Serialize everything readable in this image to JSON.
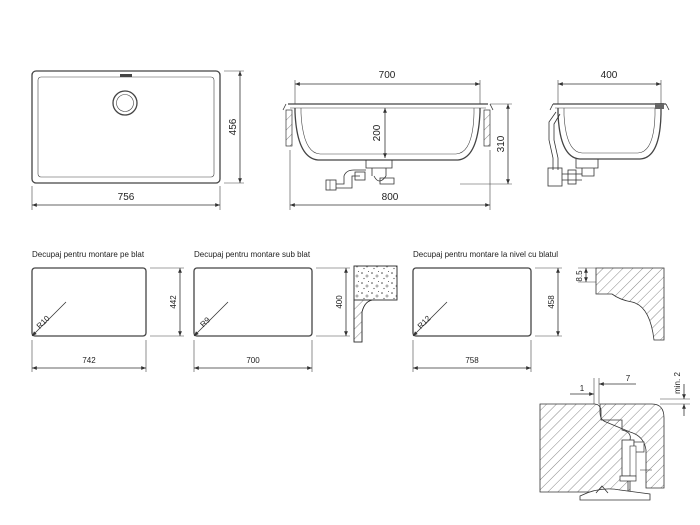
{
  "views": {
    "top_width": "756",
    "top_depth": "456",
    "front_inner_width": "700",
    "front_outer_width": "800",
    "front_bowl_depth": "200",
    "front_height": "310",
    "side_width": "400"
  },
  "cutouts": {
    "overmount": {
      "caption": "Decupaj pentru montare pe blat",
      "width": "742",
      "height": "442",
      "radius": "R10"
    },
    "undermount": {
      "caption": "Decupaj pentru montare sub blat",
      "width": "700",
      "height": "400",
      "radius": "R9"
    },
    "flush": {
      "caption": "Decupaj pentru montare la nivel cu blatul",
      "width": "758",
      "height": "458",
      "radius": "R12",
      "rebate": "8.5"
    }
  },
  "detail": {
    "dim_a": "1",
    "dim_b": "7",
    "dim_c": "min. 2"
  }
}
